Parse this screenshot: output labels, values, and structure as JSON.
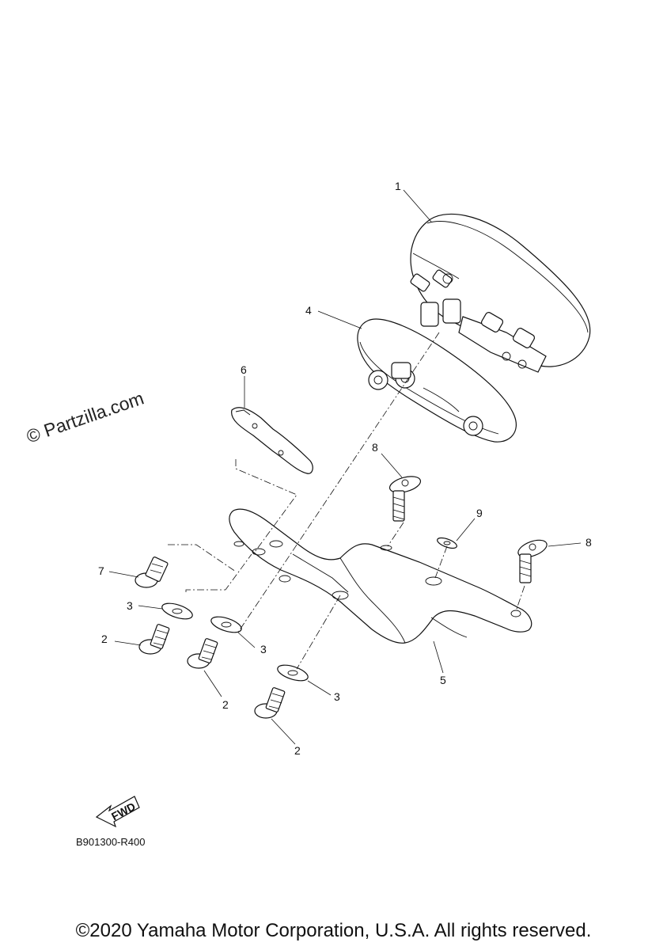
{
  "watermark": "© Partzilla.com",
  "diagram_code": "B901300-R400",
  "fwd_label": "FWD",
  "copyright": "©2020 Yamaha Motor Corporation, U.S.A. All rights reserved.",
  "callouts": [
    {
      "id": "1",
      "text": "1"
    },
    {
      "id": "4",
      "text": "4"
    },
    {
      "id": "6",
      "text": "6"
    },
    {
      "id": "8a",
      "text": "8"
    },
    {
      "id": "9",
      "text": "9"
    },
    {
      "id": "8b",
      "text": "8"
    },
    {
      "id": "7",
      "text": "7"
    },
    {
      "id": "3a",
      "text": "3"
    },
    {
      "id": "3b",
      "text": "3"
    },
    {
      "id": "2a",
      "text": "2"
    },
    {
      "id": "2b",
      "text": "2"
    },
    {
      "id": "5",
      "text": "5"
    },
    {
      "id": "3c",
      "text": "3"
    },
    {
      "id": "2c",
      "text": "2"
    }
  ]
}
